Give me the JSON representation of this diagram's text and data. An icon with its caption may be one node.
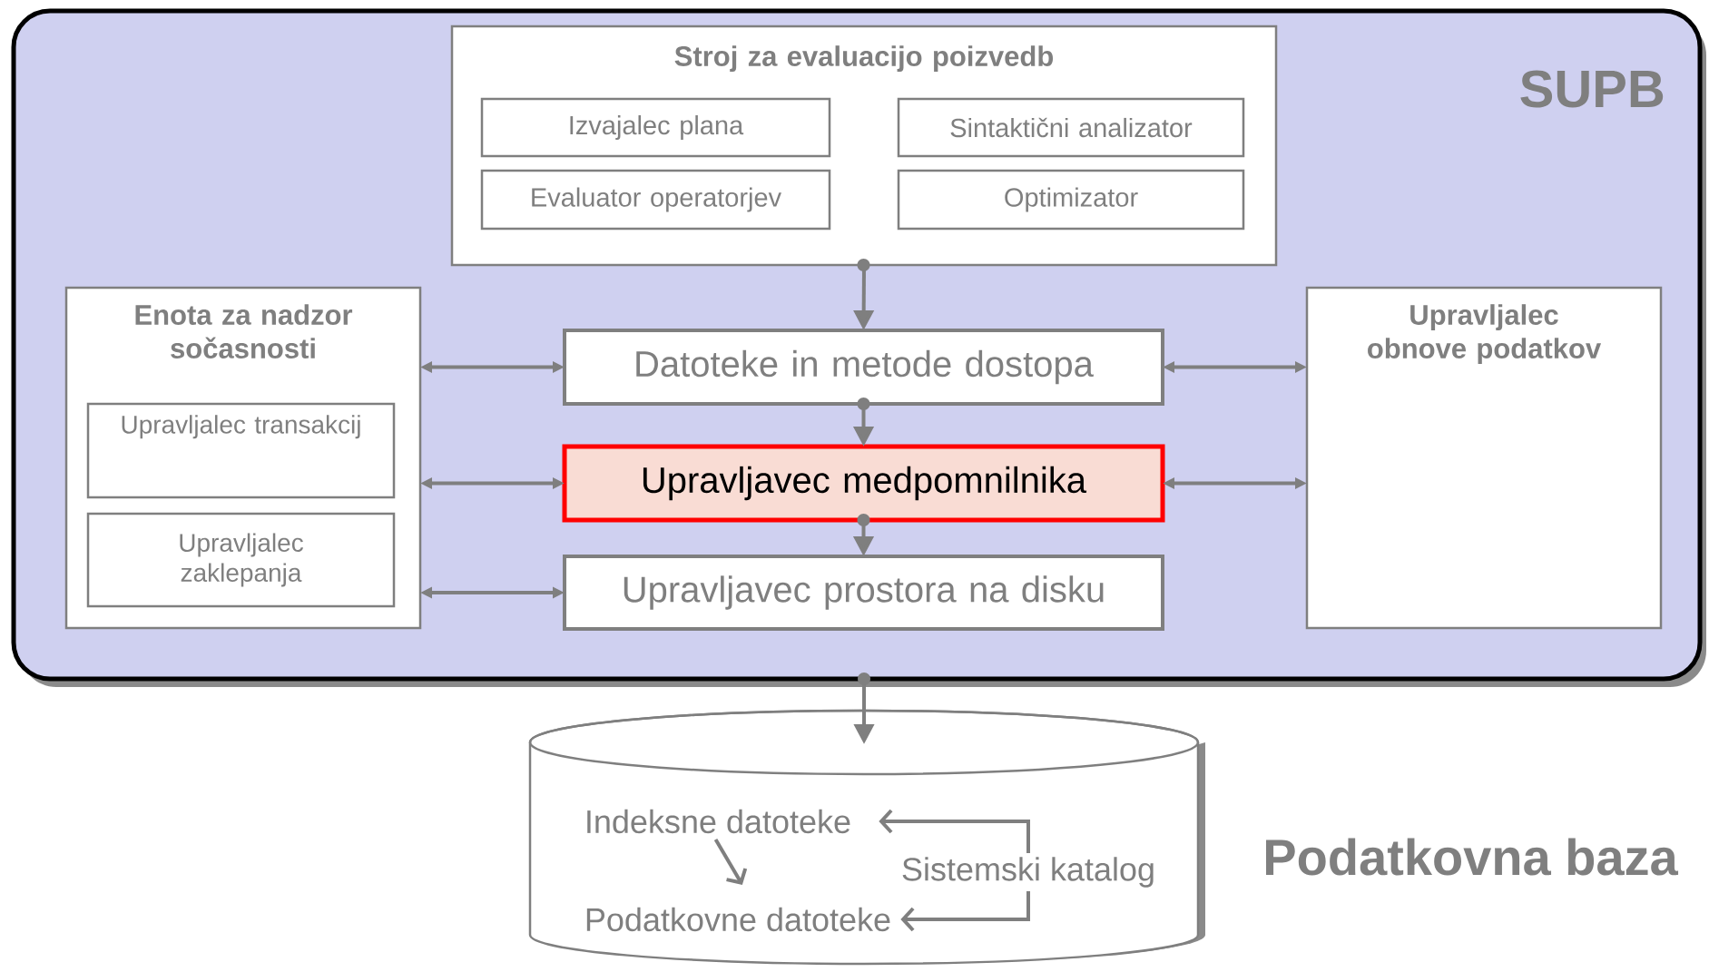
{
  "diagram": {
    "nodes": [
      {
        "text": [
          "SUPB"
        ]
      },
      {
        "text": [
          "Stroj za evaluacijo poizvedb"
        ],
        "in": 0
      },
      {
        "text": [
          "Izvajalec plana"
        ],
        "in": 1
      },
      {
        "text": [
          "Sintaktični analizator"
        ],
        "in": 1
      },
      {
        "text": [
          "Evaluator operatorjev"
        ],
        "in": 1
      },
      {
        "text": [
          "Optimizator"
        ],
        "in": 1
      },
      {
        "text": [
          "Enota za nadzor sočasnosti"
        ],
        "in": 0
      },
      {
        "text": [
          "Upravljalec transakcij"
        ],
        "in": 6
      },
      {
        "text": [
          "Upravljalec zaklepanja"
        ],
        "in": 6
      },
      {
        "text": [
          "Datoteke in metode dostopa"
        ],
        "in": 0
      },
      {
        "text": [
          "Upravljavec medpomnilnika"
        ],
        "in": 0
      },
      {
        "text": [
          "Upravljavec prostora na disku"
        ],
        "in": 0
      },
      {
        "text": [
          "Upravljalec obnove podatkov"
        ],
        "in": 0
      },
      {
        "text": [],
        "shape": "cylinder",
        "beside": [
          "Podatkovna baza"
        ]
      },
      {
        "text": [
          "Indeksne datoteke"
        ],
        "in": 13
      },
      {
        "text": [
          "Podatkovne datoteke"
        ],
        "in": 13
      },
      {
        "text": [
          "Sistemski katalog"
        ],
        "in": 13
      }
    ],
    "edges": [
      {
        "from": 1,
        "to": 9,
        "arrow": "to"
      },
      {
        "from": 9,
        "to": 10,
        "arrow": "to"
      },
      {
        "from": 10,
        "to": 11,
        "arrow": "to"
      },
      {
        "from": 0,
        "to": 13,
        "arrow": "to"
      },
      {
        "from": 6,
        "to": 9,
        "arrow": "both"
      },
      {
        "from": 6,
        "to": 10,
        "arrow": "both"
      },
      {
        "from": 6,
        "to": 11,
        "arrow": "both"
      },
      {
        "from": 9,
        "to": 12,
        "arrow": "both"
      },
      {
        "from": 10,
        "to": 12,
        "arrow": "both"
      },
      {
        "from": 16,
        "to": 14,
        "arrow": "to"
      },
      {
        "from": 16,
        "to": 15,
        "arrow": "to"
      },
      {
        "from": 14,
        "to": 15,
        "arrow": "to"
      }
    ]
  }
}
